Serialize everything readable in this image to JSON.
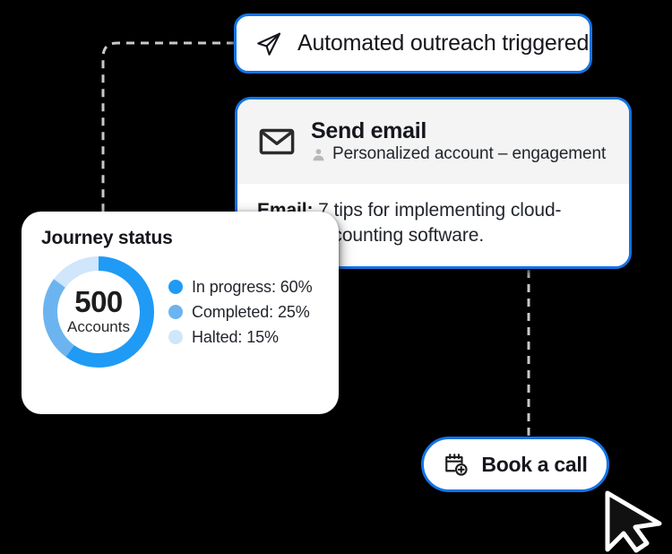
{
  "automated_card": {
    "icon": "send-paper-plane-icon",
    "label": "Automated outreach triggered"
  },
  "email_card": {
    "icon": "envelope-icon",
    "title": "Send email",
    "person_icon": "person-icon",
    "subtitle": "Personalized account – engagement",
    "body_prefix": "Email:",
    "body_text": " 7 tips for implementing cloud-based accounting software."
  },
  "journey_card": {
    "title": "Journey status",
    "donut_value": "500",
    "donut_unit": "Accounts",
    "legend": [
      {
        "label": "In progress: 60%",
        "color": "#1f9bf5"
      },
      {
        "label": "Completed: 25%",
        "color": "#6cb4f0"
      },
      {
        "label": "Halted: 15%",
        "color": "#cfe6fb"
      }
    ]
  },
  "book_call_card": {
    "icon": "calendar-add-icon",
    "label": "Book a call"
  },
  "cursor": {
    "icon": "mouse-pointer-icon"
  },
  "chart_data": {
    "type": "pie",
    "title": "Journey status",
    "center_value": "500",
    "center_label": "Accounts",
    "total_accounts": 500,
    "categories": [
      "In progress",
      "Completed",
      "Halted"
    ],
    "values": [
      60,
      25,
      15
    ],
    "unit": "%",
    "colors": [
      "#1f9bf5",
      "#6cb4f0",
      "#cfe6fb"
    ],
    "legend_position": "right",
    "start_angle": -90,
    "direction": "clockwise",
    "inner_radius_ratio": 0.74
  },
  "theme": {
    "accent": "#1473e6",
    "header_bg": "#f4f4f4",
    "text": "#15171c"
  }
}
